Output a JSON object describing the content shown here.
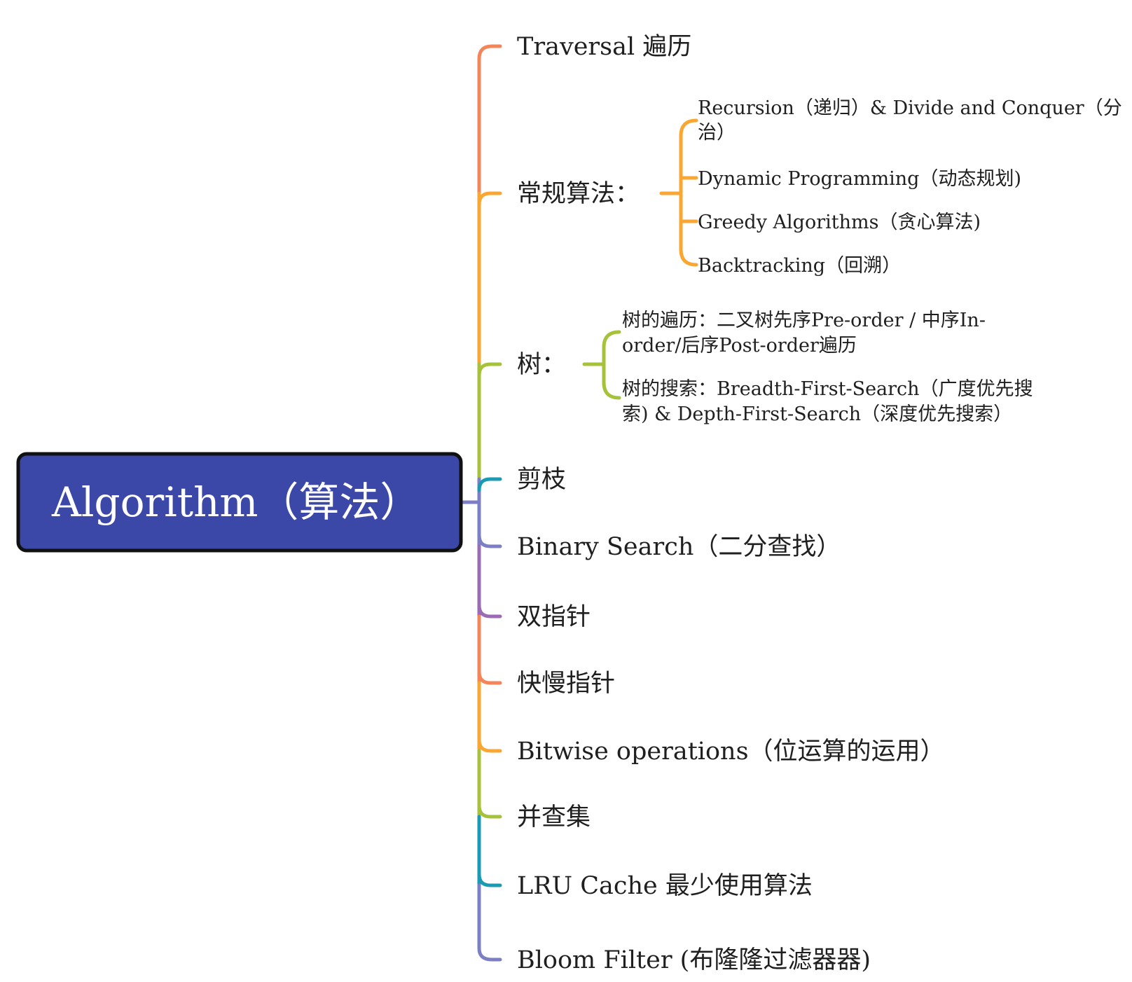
{
  "colors": {
    "root_fill": "#3b48a8",
    "root_border": "#111111",
    "orange_red": "#f4845a",
    "orange": "#f9a632",
    "lime": "#a6c23a",
    "teal": "#1a9bb3",
    "lavender": "#7d7fc4",
    "purple": "#9b6bb5"
  },
  "root": {
    "label": "Algorithm（算法）"
  },
  "branches": [
    {
      "label": "Traversal 遍历",
      "color": "orange_red"
    },
    {
      "label": "常规算法：",
      "color": "orange"
    },
    {
      "label": "树：",
      "color": "lime"
    },
    {
      "label": "剪枝",
      "color": "teal"
    },
    {
      "label": "Binary Search（二分查找）",
      "color": "lavender"
    },
    {
      "label": "双指针",
      "color": "purple"
    },
    {
      "label": "快慢指针",
      "color": "orange_red"
    },
    {
      "label": "Bitwise operations（位运算的运用）",
      "color": "orange"
    },
    {
      "label": "并查集",
      "color": "lime"
    },
    {
      "label": "LRU Cache 最少使用算法",
      "color": "teal"
    },
    {
      "label": "Bloom Filter (布隆隆过滤器器)",
      "color": "lavender"
    }
  ],
  "regular_algorithms": [
    {
      "lines": [
        "Recursion（递归）& Divide and Conquer（分",
        "治）"
      ]
    },
    {
      "lines": [
        "Dynamic Programming（动态规划)"
      ]
    },
    {
      "lines": [
        "Greedy Algorithms（贪心算法)"
      ]
    },
    {
      "lines": [
        "Backtracking（回溯）"
      ]
    }
  ],
  "tree_topics": [
    {
      "lines": [
        "树的遍历：二叉树先序Pre-order / 中序In-",
        "order/后序Post-order遍历"
      ]
    },
    {
      "lines": [
        "树的搜索：Breadth-First-Search（广度优先搜",
        "索) & Depth-First-Search（深度优先搜索）"
      ]
    }
  ]
}
